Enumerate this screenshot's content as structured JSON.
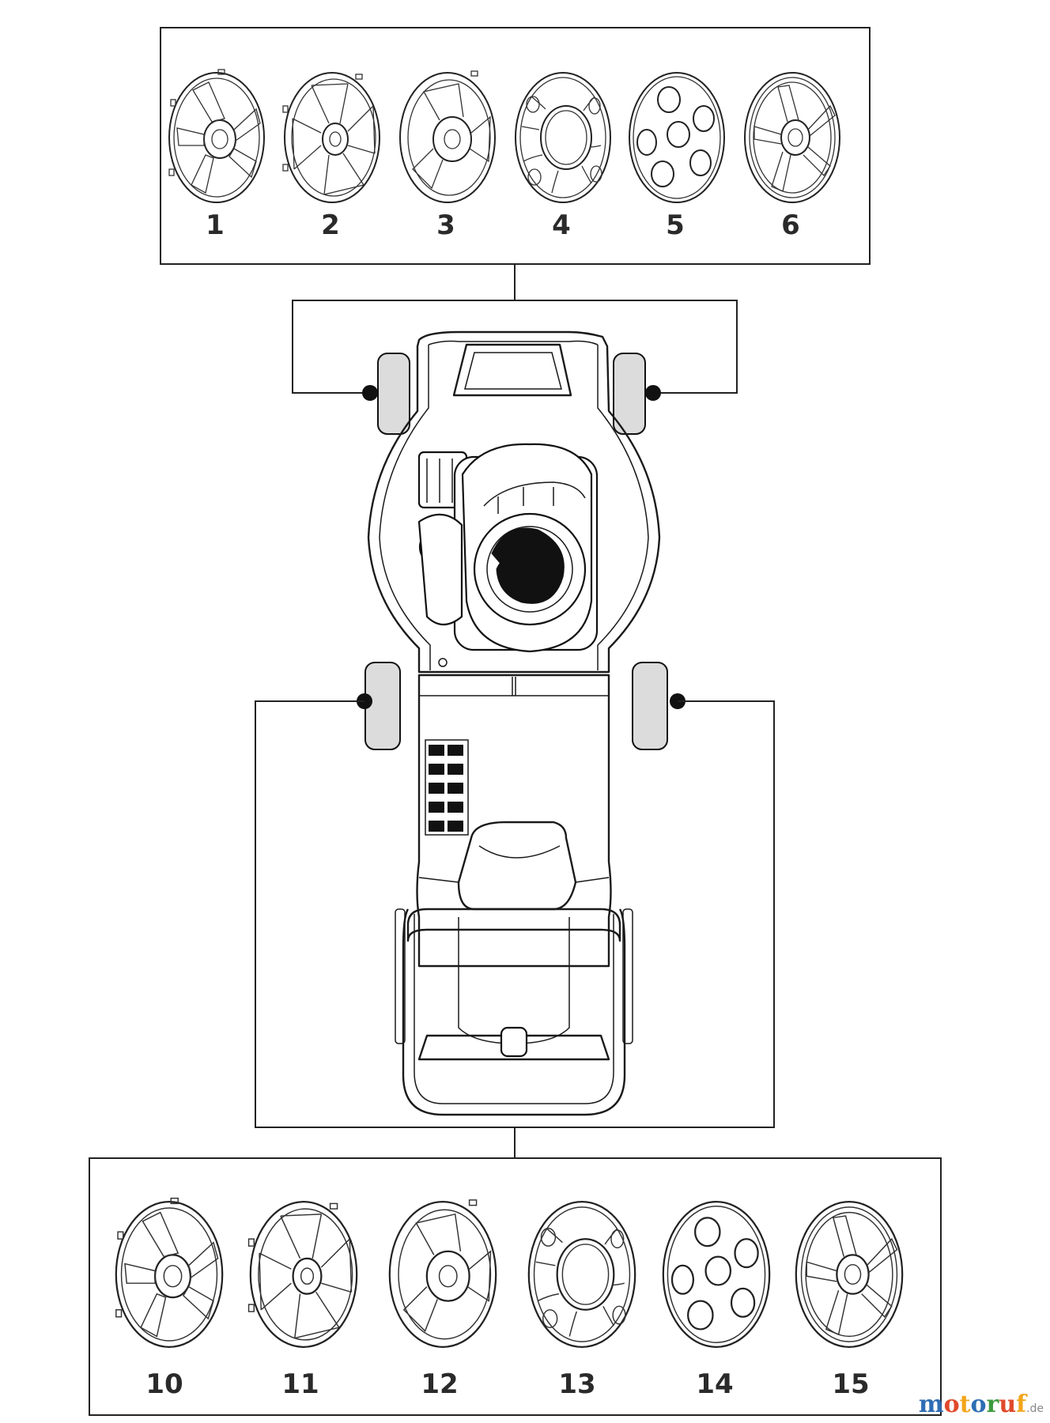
{
  "top_group": {
    "callouts": [
      "1",
      "2",
      "3",
      "4",
      "5",
      "6"
    ]
  },
  "bottom_group": {
    "callouts": [
      "10",
      "11",
      "12",
      "13",
      "14",
      "15"
    ]
  },
  "watermark": {
    "text": "motoruf",
    "suffix": ".de",
    "colors": [
      "#2e6db4",
      "#e04a2b",
      "#f2a51a",
      "#2e6db4",
      "#3c9a3c",
      "#e04a2b",
      "#f2a51a"
    ]
  }
}
